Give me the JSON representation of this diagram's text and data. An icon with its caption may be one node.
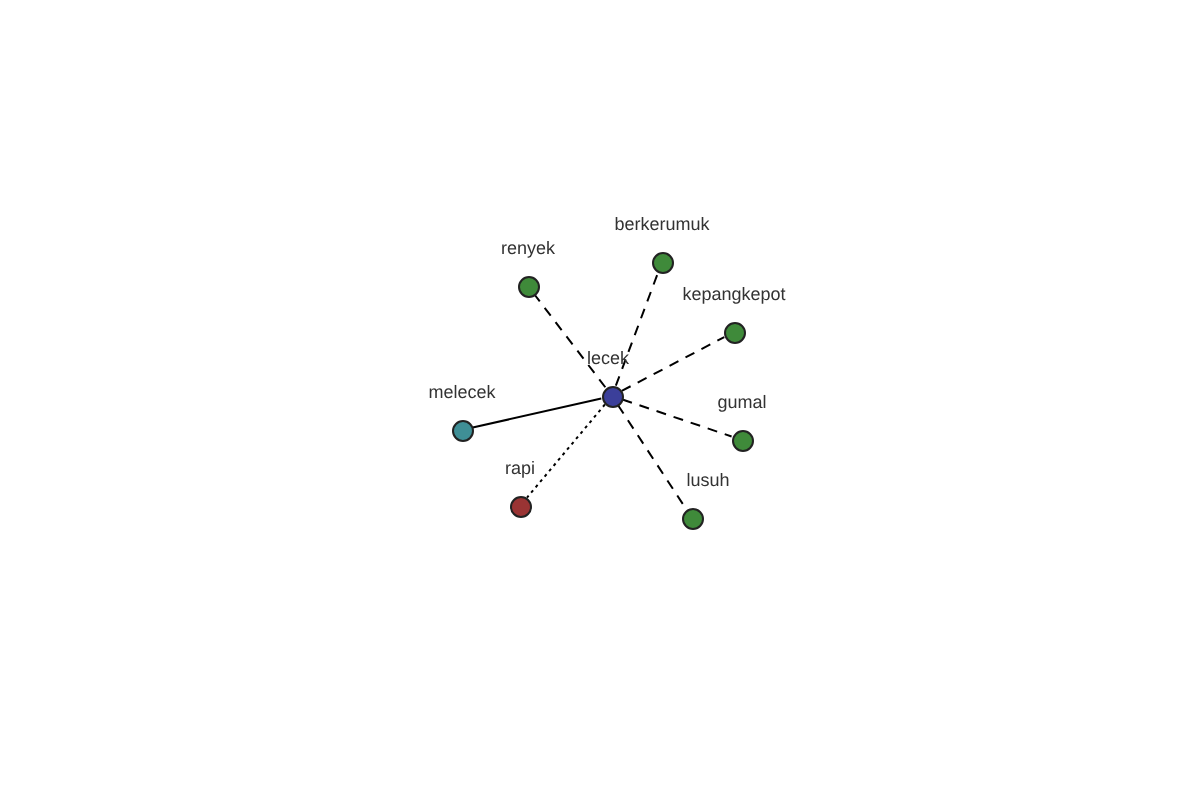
{
  "diagram": {
    "nodes": [
      {
        "text": [
          "lecek"
        ]
      },
      {
        "text": [
          "renyek"
        ]
      },
      {
        "text": [
          "berkerumuk"
        ]
      },
      {
        "text": [
          "kepangkepot"
        ]
      },
      {
        "text": [
          "gumal"
        ]
      },
      {
        "text": [
          "lusuh"
        ]
      },
      {
        "text": [
          "rapi"
        ]
      },
      {
        "text": [
          "melecek"
        ]
      }
    ],
    "edges": [
      {
        "from": 0,
        "to": 1,
        "arrow": "none",
        "style": "dashed"
      },
      {
        "from": 0,
        "to": 2,
        "arrow": "none",
        "style": "dashed"
      },
      {
        "from": 0,
        "to": 3,
        "arrow": "none",
        "style": "dashed"
      },
      {
        "from": 0,
        "to": 4,
        "arrow": "none",
        "style": "dashed"
      },
      {
        "from": 0,
        "to": 5,
        "arrow": "none",
        "style": "dashed"
      },
      {
        "from": 0,
        "to": 6,
        "arrow": "none",
        "style": "dashed"
      },
      {
        "from": 0,
        "to": 7,
        "arrow": "none"
      }
    ]
  }
}
